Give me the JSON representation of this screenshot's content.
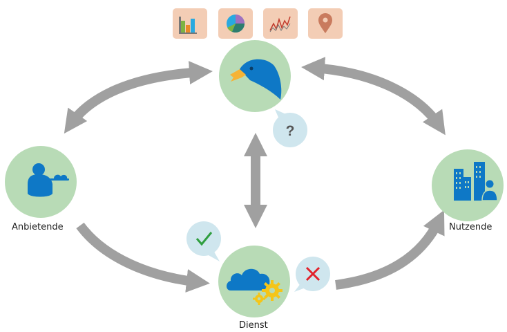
{
  "nodes": {
    "provider": {
      "label": "Anbietende"
    },
    "user": {
      "label": "Nutzende"
    },
    "service": {
      "label": "Dienst"
    },
    "eagle": {
      "label": ""
    }
  },
  "bubbles": {
    "question": {
      "text": "?"
    },
    "check": {
      "icon": "checkmark-icon"
    },
    "cross": {
      "icon": "cross-icon"
    }
  },
  "top_icons": [
    {
      "icon": "bar-chart-icon"
    },
    {
      "icon": "pie-chart-icon"
    },
    {
      "icon": "line-chart-icon"
    },
    {
      "icon": "map-pin-icon"
    }
  ],
  "colors": {
    "node_fill": "#b8dbb6",
    "bubble_fill": "#cfe6ee",
    "arrow": "#a0a0a0",
    "tile": "#f3cdb5",
    "blue": "#0e78c6",
    "check": "#2f9e3f",
    "cross": "#e2212b"
  }
}
